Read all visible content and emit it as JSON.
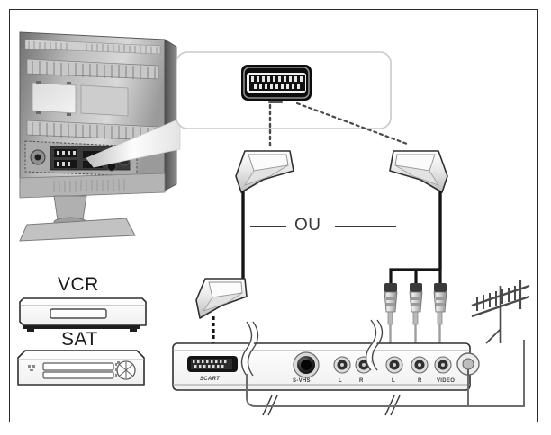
{
  "figure": {
    "title": "TV rear panel SCART / AV connection diagram",
    "border_color": "#2b2b2b",
    "background": "#ffffff"
  },
  "labels": {
    "vcr": "VCR",
    "sat": "SAT",
    "or_separator": "OU"
  },
  "callout": {
    "name": "scart-connector-detail",
    "connector_type": "SCART",
    "pin_rows": 2,
    "pins_per_row": 10
  },
  "tv": {
    "name": "television-set",
    "panel_label": "rear connector panel"
  },
  "devices": [
    {
      "id": "vcr",
      "label": "VCR",
      "type": "video-cassette-recorder"
    },
    {
      "id": "sat",
      "label": "SAT",
      "type": "satellite-receiver"
    }
  ],
  "panel": {
    "name": "device-rear-panel",
    "ports": [
      {
        "id": "scart",
        "label": "SCART",
        "type": "scart-socket"
      },
      {
        "id": "svhs",
        "label": "S-VHS",
        "type": "s-video-jack"
      },
      {
        "id": "audio-l-1",
        "label": "L",
        "type": "rca-jack"
      },
      {
        "id": "audio-r-1",
        "label": "R",
        "type": "rca-jack"
      },
      {
        "id": "audio-l-2",
        "label": "L",
        "type": "rca-jack"
      },
      {
        "id": "audio-r-2",
        "label": "R",
        "type": "rca-jack"
      },
      {
        "id": "video",
        "label": "VIDEO",
        "type": "rca-jack"
      },
      {
        "id": "antenna",
        "label": "",
        "type": "coax-antenna-socket"
      }
    ]
  },
  "antenna": {
    "name": "roof-antenna",
    "type": "yagi-tv-antenna"
  },
  "cables": [
    {
      "id": "scart-cable-left",
      "from": "tv-scart",
      "to": "device-scart"
    },
    {
      "id": "scart-cable-right",
      "from": "tv-scart",
      "to": "rca-breakout"
    },
    {
      "id": "rca-cable",
      "from": "rca-breakout",
      "to": "panel-l-r-video"
    },
    {
      "id": "coax-cable",
      "from": "antenna",
      "to": "panel-antenna"
    }
  ],
  "colors": {
    "ink": "#1a1a1a",
    "line": "#2b2b2b",
    "device_fill": "#fbfbfb",
    "metal_light": "#e8e8e8",
    "metal_dark": "#8a8a8a",
    "connector_black": "#101010"
  }
}
